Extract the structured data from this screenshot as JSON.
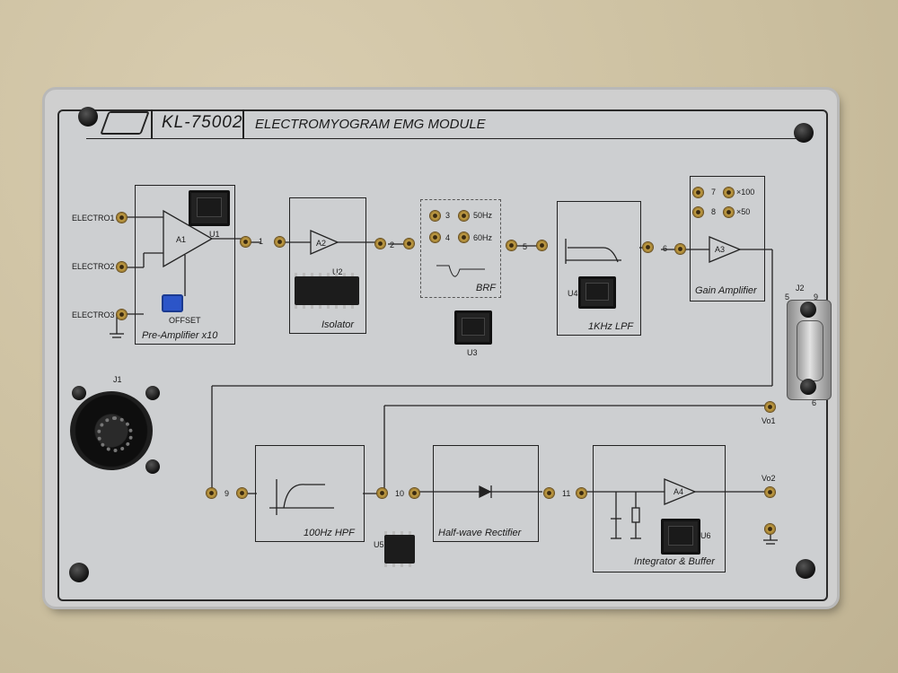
{
  "header": {
    "model": "KL-75002",
    "title": "ELECTROMYOGRAM EMG MODULE"
  },
  "inputs": {
    "electro1": "ELECTRO1",
    "electro2": "ELECTRO2",
    "electro3": "ELECTRO3",
    "offset": "OFFSET"
  },
  "blocks": {
    "preamp": {
      "label": "Pre-Amplifier x10",
      "amp": "A1",
      "ref": "U1"
    },
    "isolator": {
      "label": "Isolator",
      "amp": "A2",
      "ref": "U2"
    },
    "brf": {
      "label": "BRF",
      "opt50": "50Hz",
      "opt60": "60Hz",
      "n3": "3",
      "n4": "4",
      "ref": "U3"
    },
    "lpf": {
      "label": "1KHz LPF",
      "ref": "U4"
    },
    "gain": {
      "label": "Gain Amplifier",
      "amp": "A3",
      "n7": "7",
      "n8": "8",
      "x100": "×100",
      "x50": "×50"
    },
    "hpf": {
      "label": "100Hz HPF",
      "ref": "U5"
    },
    "rect": {
      "label": "Half-wave Rectifier"
    },
    "integ": {
      "label": "Integrator & Buffer",
      "amp": "A4",
      "ref": "U6"
    }
  },
  "nodes": {
    "n1": "1",
    "n2": "2",
    "n5": "5",
    "n6": "6",
    "n9": "9",
    "n10": "10",
    "n11": "11"
  },
  "outputs": {
    "vo1": "Vo1",
    "vo2": "Vo2"
  },
  "connectors": {
    "j1": "J1",
    "j2": "J2",
    "j2_pin5": "5",
    "j2_pin9": "9",
    "j2_pin6": "6"
  }
}
